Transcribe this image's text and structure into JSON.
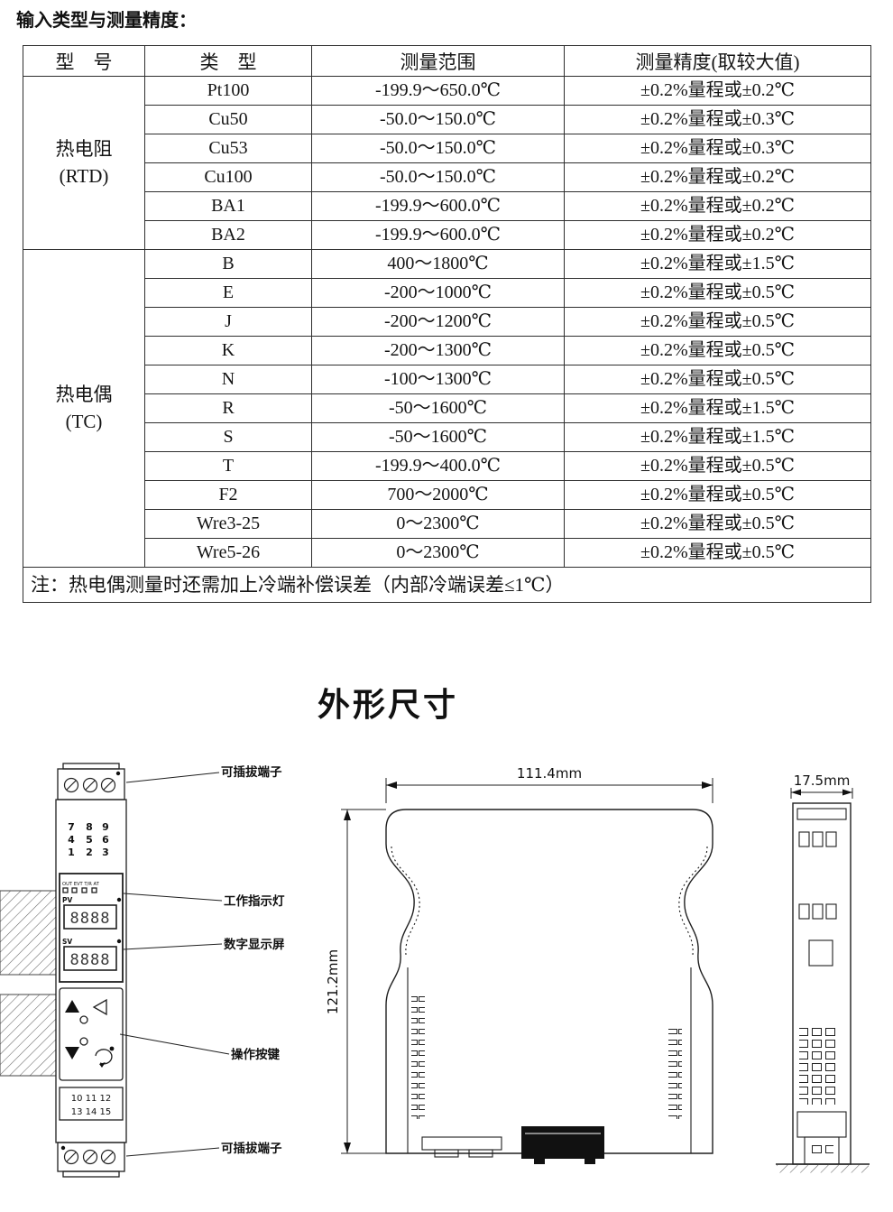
{
  "page_title": "输入类型与测量精度：",
  "colors": {
    "keypad_red": "#c41414",
    "line": "#1f1f1f",
    "connector_black": "#111111"
  },
  "table": {
    "headers": [
      "型　号",
      "类　型",
      "测量范围",
      "测量精度(取较大值)"
    ],
    "groups": [
      {
        "model_line1": "热电阻",
        "model_line2": "(RTD)",
        "rows": [
          [
            "Pt100",
            "-199.9～650.0℃",
            "±0.2%量程或±0.2℃"
          ],
          [
            "Cu50",
            "-50.0～150.0℃",
            "±0.2%量程或±0.3℃"
          ],
          [
            "Cu53",
            "-50.0～150.0℃",
            "±0.2%量程或±0.3℃"
          ],
          [
            "Cu100",
            "-50.0～150.0℃",
            "±0.2%量程或±0.2℃"
          ],
          [
            "BA1",
            "-199.9～600.0℃",
            "±0.2%量程或±0.2℃"
          ],
          [
            "BA2",
            "-199.9～600.0℃",
            "±0.2%量程或±0.2℃"
          ]
        ]
      },
      {
        "model_line1": "热电偶",
        "model_line2": "(TC)",
        "rows": [
          [
            "B",
            "400～1800℃",
            "±0.2%量程或±1.5℃"
          ],
          [
            "E",
            "-200～1000℃",
            "±0.2%量程或±0.5℃"
          ],
          [
            "J",
            "-200～1200℃",
            "±0.2%量程或±0.5℃"
          ],
          [
            "K",
            "-200～1300℃",
            "±0.2%量程或±0.5℃"
          ],
          [
            "N",
            "-100～1300℃",
            "±0.2%量程或±0.5℃"
          ],
          [
            "R",
            "-50～1600℃",
            "±0.2%量程或±1.5℃"
          ],
          [
            "S",
            "-50～1600℃",
            "±0.2%量程或±1.5℃"
          ],
          [
            "T",
            "-199.9～400.0℃",
            "±0.2%量程或±0.5℃"
          ],
          [
            "F2",
            "700～2000℃",
            "±0.2%量程或±0.5℃"
          ],
          [
            "Wre3-25",
            "0～2300℃",
            "±0.2%量程或±0.5℃"
          ],
          [
            "Wre5-26",
            "0～2300℃",
            "±0.2%量程或±0.5℃"
          ]
        ]
      }
    ],
    "note": "注：热电偶测量时还需加上冷端补偿误差（内部冷端误差≤1℃）"
  },
  "drawing": {
    "section_title": "外形尺寸",
    "callouts": {
      "terminal_top": "可插拔端子",
      "indicator": "工作指示灯",
      "display": "数字显示屏",
      "buttons": "操作按键",
      "terminal_bottom": "可插拔端子"
    },
    "dimensions": {
      "width": "111.4mm",
      "height": "121.2mm",
      "depth": "17.5mm"
    },
    "front_panel": {
      "keypad_rows": [
        [
          "7",
          "8",
          "9"
        ],
        [
          "4",
          "5",
          "6"
        ],
        [
          "1",
          "2",
          "3"
        ]
      ],
      "status_row": "OUT EVT T/R AT",
      "pv_label": "PV",
      "pv_digits": "8888",
      "sv_label": "SV",
      "sv_digits": "8888",
      "terminal_row1": "10 11 12",
      "terminal_row2": "13 14 15"
    }
  }
}
